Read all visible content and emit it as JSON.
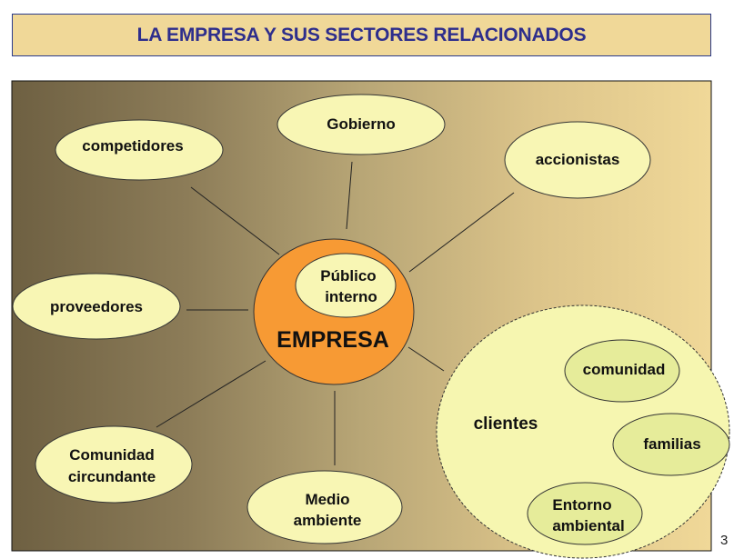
{
  "title": "LA EMPRESA Y SUS SECTORES RELACIONADOS",
  "center": {
    "label": "EMPRESA",
    "inner": [
      "Público",
      "interno"
    ]
  },
  "nodes": {
    "competidores": "competidores",
    "gobierno": "Gobierno",
    "accionistas": "accionistas",
    "proveedores": "proveedores",
    "comunidad_circundante": [
      "Comunidad",
      "circundante"
    ],
    "medio_ambiente": [
      "Medio",
      "ambiente"
    ]
  },
  "clientes": {
    "label": "clientes",
    "sub": {
      "comunidad": "comunidad",
      "familias": "familias",
      "entorno": [
        "Entorno",
        "ambiental"
      ]
    }
  },
  "page_number": "3",
  "colors": {
    "title_text": "#2e2e8c",
    "title_bg": "#f0d898",
    "center": "#f79a34",
    "node": "#f8f6b4",
    "sub_node": "#e6ec9a"
  }
}
